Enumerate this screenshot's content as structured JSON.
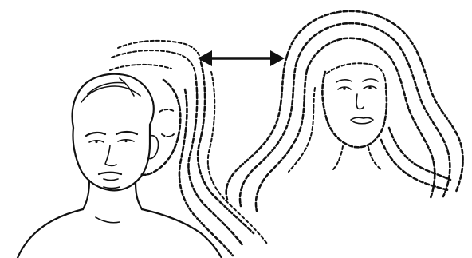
{
  "illustration": {
    "figures": [
      "man-head-outline",
      "ghost-head-dashed",
      "woman-head-dashed"
    ],
    "arrow": "double-headed",
    "colors": {
      "ink": "#111111",
      "background": "#ffffff"
    }
  }
}
